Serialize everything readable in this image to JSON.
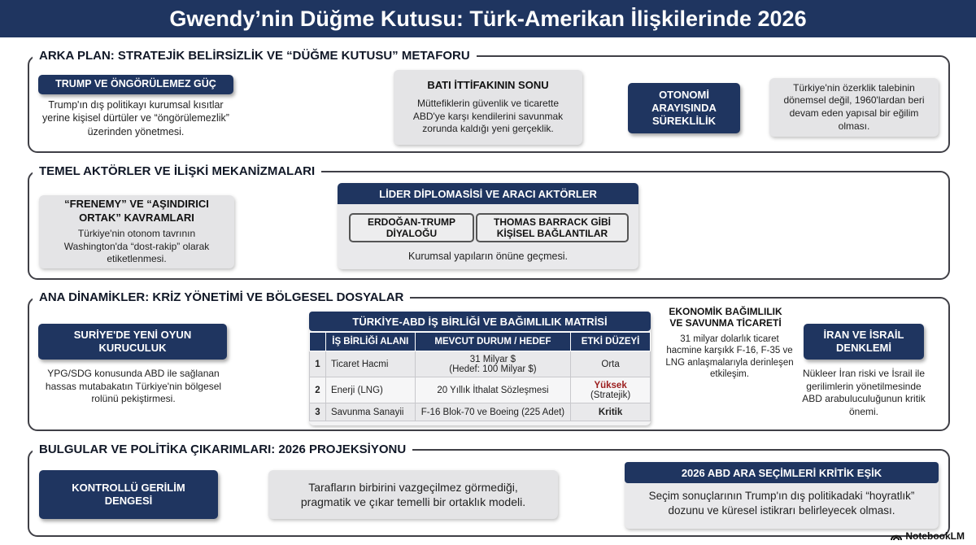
{
  "header": {
    "title": "Gwendy’nin Düğme Kutusu: Türk-Amerikan İlişkilerinde 2026"
  },
  "section1": {
    "title": "ARKA PLAN: STRATEJİK BELİRSİZLİK VE “DÜĞME KUTUSU” METAFORU",
    "trump": {
      "label": "TRUMP VE ÖNGÖRÜLEMEZ GÜÇ",
      "text": "Trump'ın dış politikayı kurumsal kısıtlar yerine kişisel dürtüler ve “öngörülemezlik” üzerinden yönetmesi."
    },
    "nato": {
      "title": "BATI İTTİFAKININ SONU",
      "text": "Müttefiklerin güvenlik ve ticarette ABD'ye karşı kendilerini savunmak zorunda kaldığı yeni gerçeklik."
    },
    "autonomy": {
      "label": "OTONOMİ ARAYIŞINDA SÜREKLİLİK",
      "text": "Türkiye'nin özerklik talebinin dönemsel değil, 1960'lardan beri devam eden yapısal bir eğilim olması."
    }
  },
  "section2": {
    "title": "TEMEL AKTÖRLER VE İLİŞKİ MEKANİZMALARI",
    "frenemy": {
      "title": "“FRENEMY” VE “AŞINDIRICI ORTAK” KAVRAMLARI",
      "text": "Türkiye'nin otonom tavrının Washington'da “dost-rakip” olarak etiketlenmesi."
    },
    "leader": {
      "header": "LİDER DİPLOMASİSİ VE ARACI AKTÖRLER",
      "box1": "ERDOĞAN-TRUMP DİYALOĞU",
      "box2": "THOMAS BARRACK GİBİ KİŞİSEL BAĞLANTILAR",
      "footer": "Kurumsal yapıların önüne geçmesi."
    }
  },
  "section3": {
    "title": "ANA DİNAMİKLER: KRİZ YÖNETİMİ VE BÖLGESEL DOSYALAR",
    "syria": {
      "label": "SURİYE'DE YENİ OYUN KURUCULUK",
      "text": "YPG/SDG konusunda ABD ile sağlanan hassas mutabakatın Türkiye'nin bölgesel rolünü pekiştirmesi."
    },
    "matrix": {
      "title": "TÜRKİYE-ABD İŞ BİRLİĞİ VE BAĞIMLILIK MATRİSİ",
      "headers": [
        "",
        "İŞ BİRLİĞİ ALANI",
        "MEVCUT DURUM / HEDEF",
        "ETKİ DÜZEYİ"
      ],
      "rows": [
        {
          "no": "1",
          "area": "Ticaret Hacmi",
          "status": "31 Milyar $",
          "status2": "(Hedef: 100 Milyar $)",
          "impact": "Orta",
          "impact2": ""
        },
        {
          "no": "2",
          "area": "Enerji (LNG)",
          "status": "20 Yıllık İthalat Sözleşmesi",
          "status2": "",
          "impact": "Yüksek",
          "impact2": "(Stratejik)"
        },
        {
          "no": "3",
          "area": "Savunma Sanayii",
          "status": "F-16 Blok-70 ve Boeing (225 Adet)",
          "status2": "",
          "impact": "Kritik",
          "impact2": ""
        }
      ]
    },
    "economic": {
      "title": "EKONOMİK BAĞIMLILIK VE SAVUNMA TİCARETİ",
      "text": "31 milyar dolarlık ticaret hacmine karşıkk F-16, F-35 ve LNG anlaşmalarıyla derinleşen etkileşim."
    },
    "iran": {
      "label": "İRAN VE İSRAİL DENKLEMİ",
      "text": "Nükleer İran riski ve İsrail ile gerilimlerin yönetilmesinde ABD arabuluculuğunun kritik önemi."
    }
  },
  "section4": {
    "title": "BULGULAR VE POLİTİKA ÇIKARIMLARI: 2026 PROJEKSİYONU",
    "balance": "KONTROLLÜ GERİLİM DENGESİ",
    "model": "Tarafların birbirini vazgeçilmez görmediği, pragmatik ve çıkar temelli bir ortaklık modeli.",
    "elections": {
      "header": "2026 ABD ARA SEÇİMLERİ KRİTİK EŞİK",
      "text": "Seçim sonuçlarının Trump'ın dış politikadaki “hoyratlık” dozunu ve küresel istikrarı belirleyecek olması."
    }
  },
  "footer": {
    "brand": "NotebookLM"
  },
  "colors": {
    "navy": "#1f3560",
    "accent_red": "#9b1c1c",
    "card_grey": "#e4e4e6",
    "border": "#3f3f46"
  }
}
